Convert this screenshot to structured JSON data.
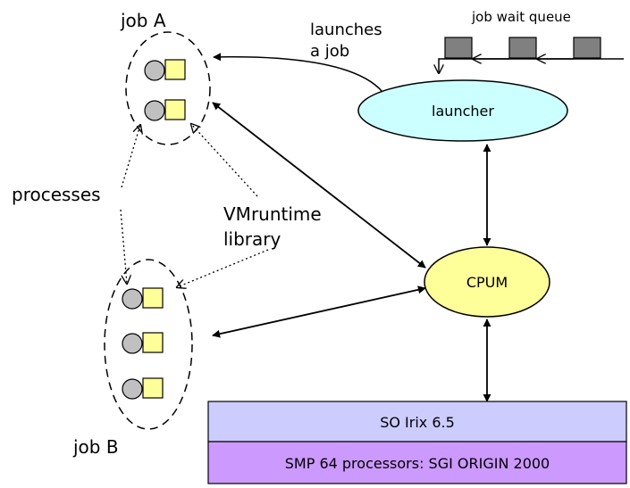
{
  "labels": {
    "job_a": "job A",
    "job_b": "job B",
    "launches_line1": "launches",
    "launches_line2": "a job",
    "job_wait_queue": "job wait queue",
    "launcher": "launcher",
    "processes": "processes",
    "vmruntime_line1": "VMruntime",
    "vmruntime_line2": "library",
    "cpum": "CPUM",
    "so_irix": "SO Irix 6.5",
    "smp": "SMP 64 processors: SGI ORIGIN 2000"
  },
  "colors": {
    "launcher_fill": "#ccffff",
    "cpum_fill": "#ffff99",
    "process_circle": "#c0c0c0",
    "library_square": "#ffff99",
    "queue_item": "#808080",
    "os_layer": "#ccccff",
    "hw_layer": "#cc99ff"
  }
}
